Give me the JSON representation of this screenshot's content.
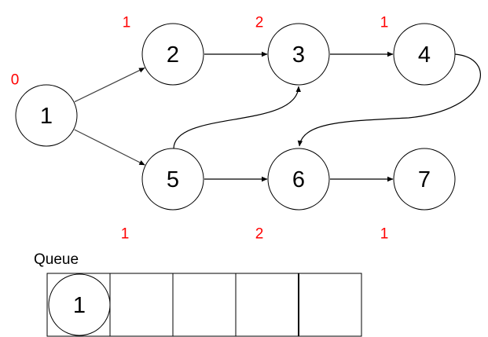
{
  "colors": {
    "indegree": "#ff0000",
    "edge_straight": "#404040",
    "edge": "#000000",
    "node_stroke": "#000000",
    "node_fill": "#ffffff"
  },
  "graph": {
    "nodes": [
      {
        "id": "1",
        "label": "1",
        "indegree": "0"
      },
      {
        "id": "2",
        "label": "2",
        "indegree": "1"
      },
      {
        "id": "3",
        "label": "3",
        "indegree": "2"
      },
      {
        "id": "4",
        "label": "4",
        "indegree": "1"
      },
      {
        "id": "5",
        "label": "5",
        "indegree": "1"
      },
      {
        "id": "6",
        "label": "6",
        "indegree": "2"
      },
      {
        "id": "7",
        "label": "7",
        "indegree": "1"
      }
    ],
    "edges": [
      {
        "from": "1",
        "to": "2"
      },
      {
        "from": "1",
        "to": "5"
      },
      {
        "from": "2",
        "to": "3"
      },
      {
        "from": "3",
        "to": "4"
      },
      {
        "from": "4",
        "to": "6"
      },
      {
        "from": "5",
        "to": "3"
      },
      {
        "from": "5",
        "to": "6"
      },
      {
        "from": "6",
        "to": "7"
      }
    ]
  },
  "queue": {
    "title": "Queue",
    "slots": 5,
    "items": [
      "1"
    ]
  }
}
